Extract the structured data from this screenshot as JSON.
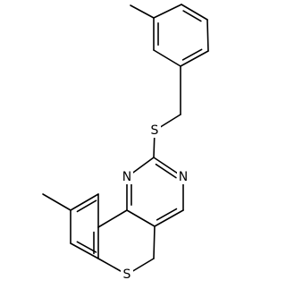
{
  "molecule": {
    "atoms": {
      "s_thioether": "S",
      "n_top": "N",
      "n_left": "N",
      "s_ring": "S"
    },
    "colors": {
      "bond": "#000000",
      "label": "#000000",
      "background": "#ffffff"
    }
  }
}
